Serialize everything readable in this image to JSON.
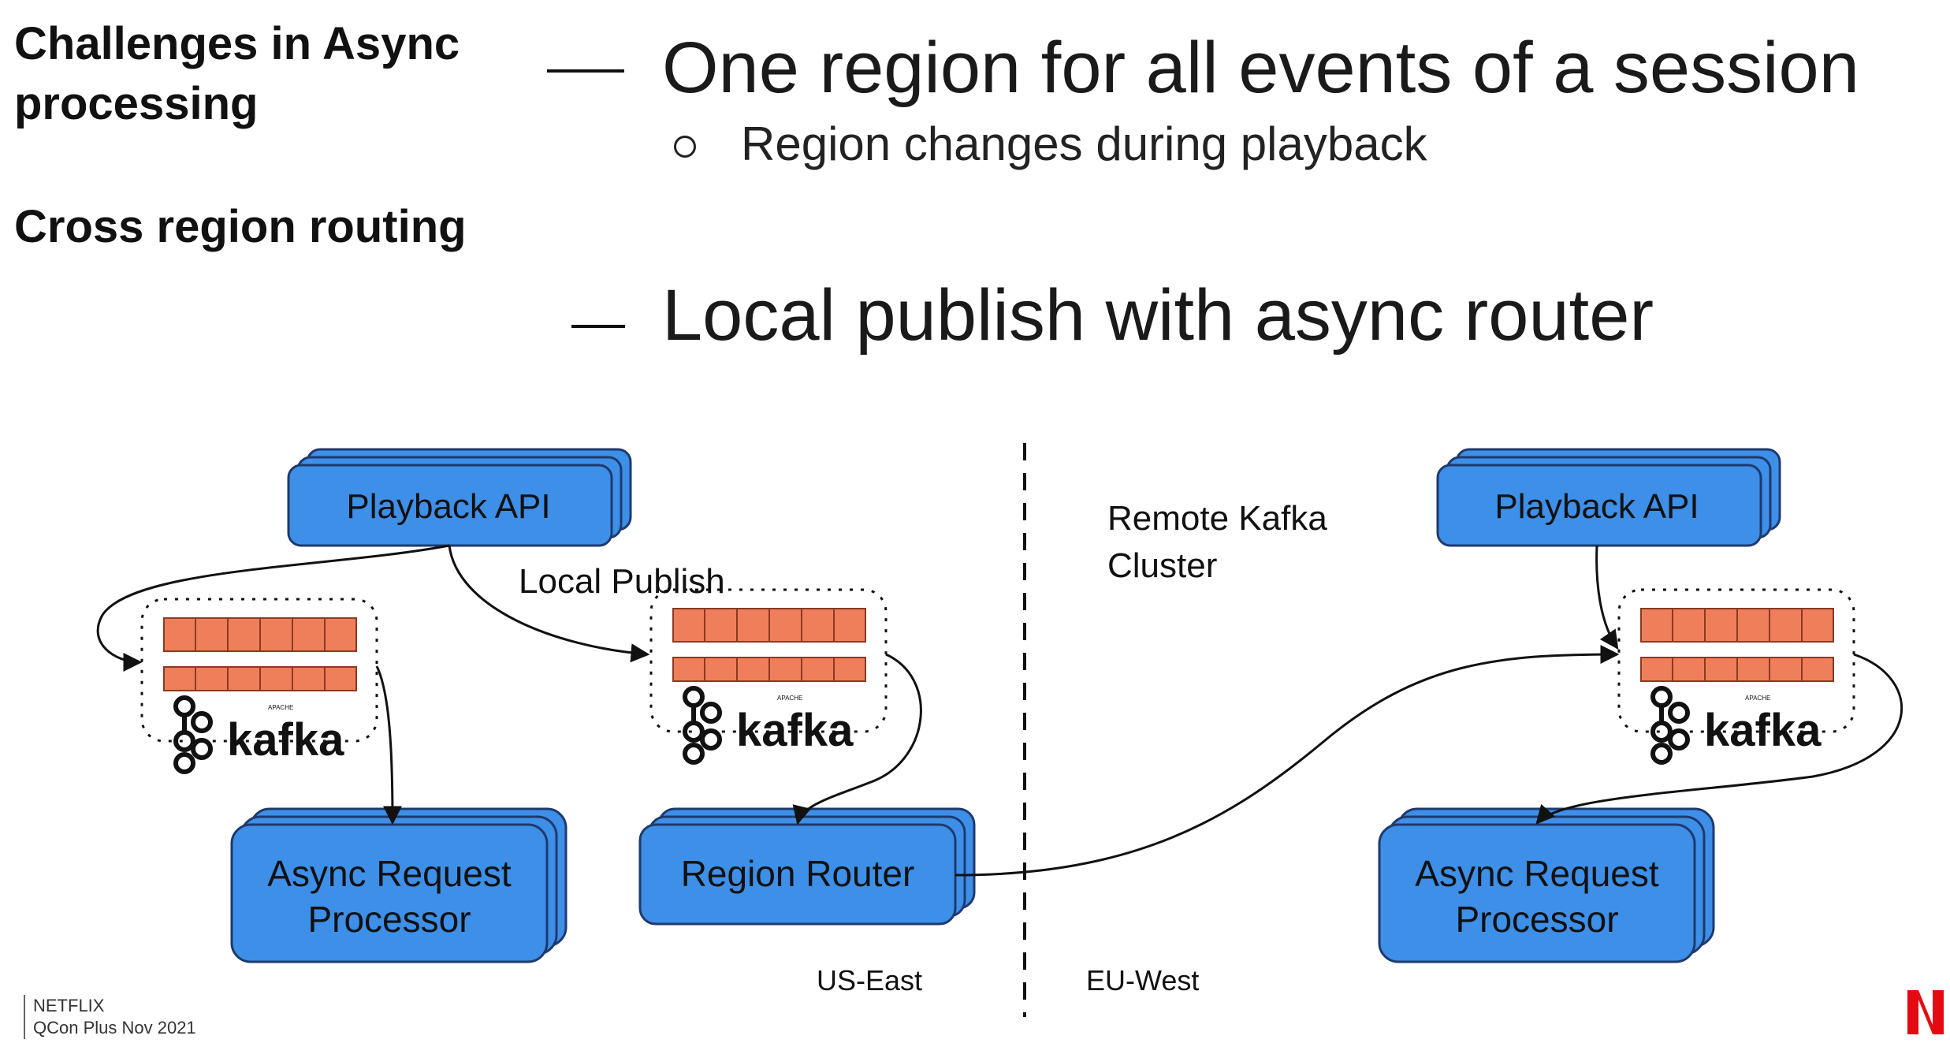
{
  "sidebar": {
    "section1": "Challenges in Async processing",
    "section2": "Cross region routing"
  },
  "bullets": {
    "main1": "One region for all events of a session",
    "sub1": "Region changes during playback",
    "main2": "Local publish with async router"
  },
  "diagram": {
    "us_playback_api": "Playback API",
    "eu_playback_api": "Playback API",
    "local_publish_label": "Local Publish",
    "remote_kafka_label_line1": "Remote Kafka",
    "remote_kafka_label_line2": "Cluster",
    "kafka_logo_text": "kafka",
    "kafka_logo_small": "APACHE",
    "us_async_processor_line1": "Async Request",
    "us_async_processor_line2": "Processor",
    "region_router": "Region Router",
    "eu_async_processor_line1": "Async Request",
    "eu_async_processor_line2": "Processor",
    "us_region_label": "US-East",
    "eu_region_label": "EU-West"
  },
  "footer": {
    "brand": "NETFLIX",
    "event": "QCon Plus Nov 2021"
  },
  "colors": {
    "box_fill": "#3d8fe8",
    "box_stroke": "#1e3a6e",
    "partition_fill": "#ef7f5b",
    "netflix_red": "#e50914"
  }
}
